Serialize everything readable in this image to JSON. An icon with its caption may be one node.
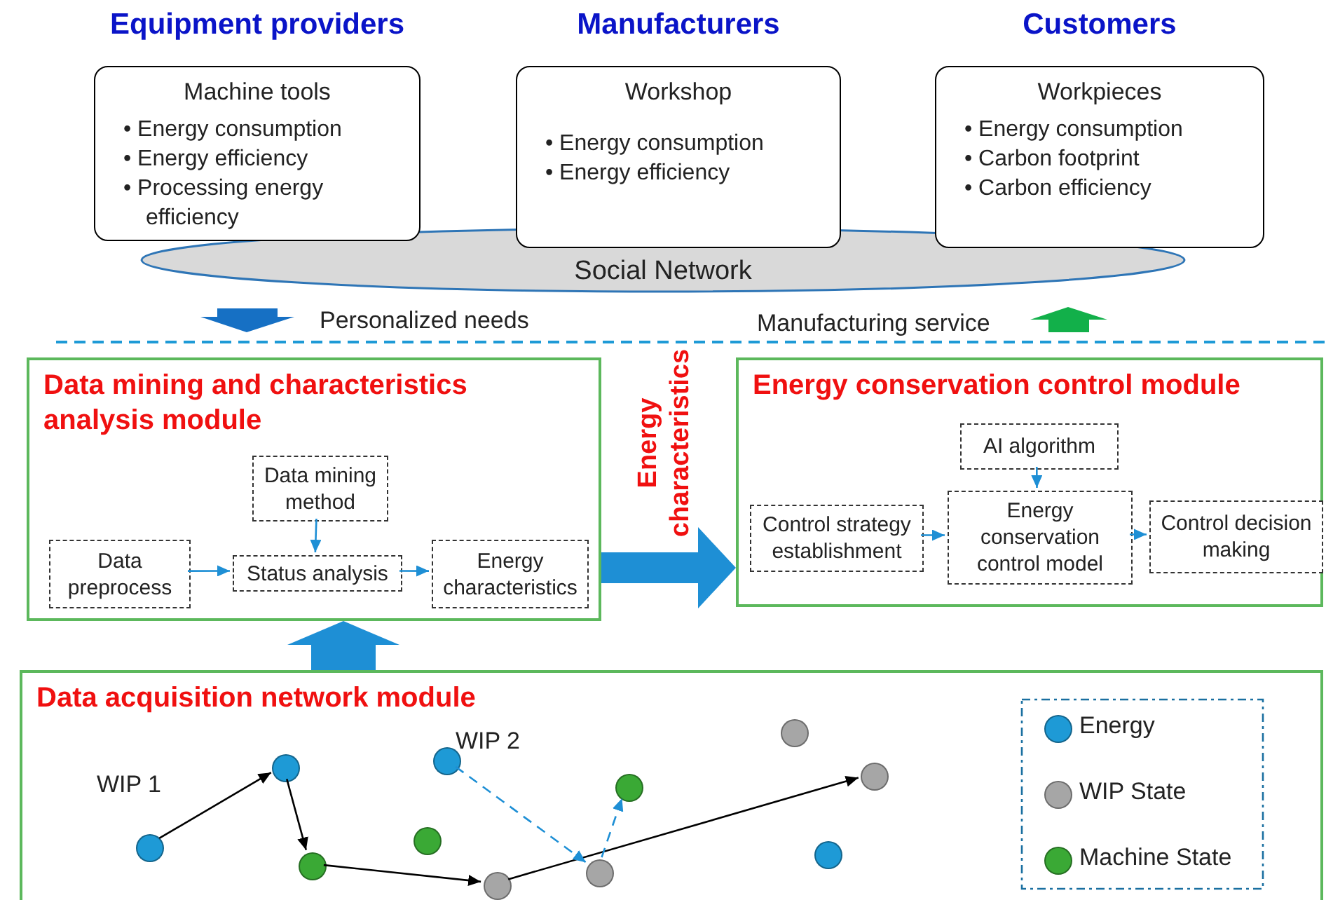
{
  "diagram": {
    "nodes": [
      {
        "text": [
          "Equipment providers",
          "Machine tools",
          "• Energy consumption",
          "• Energy efficiency",
          "• Processing energy efficiency"
        ]
      },
      {
        "text": [
          "Manufacturers",
          "Workshop",
          "• Energy consumption",
          "• Energy efficiency"
        ]
      },
      {
        "text": [
          "Customers",
          "Workpieces",
          "• Energy consumption",
          "• Carbon footprint",
          "• Carbon efficiency"
        ]
      },
      {
        "text": [
          "Social Network"
        ]
      },
      {
        "text": [
          "Data mining and characteristics analysis module"
        ]
      },
      {
        "text": [
          "Data mining method"
        ],
        "in": 4
      },
      {
        "text": [
          "Data preprocess"
        ],
        "in": 4
      },
      {
        "text": [
          "Status analysis"
        ],
        "in": 4
      },
      {
        "text": [
          "Energy characteristics"
        ],
        "in": 4
      },
      {
        "text": [
          "Energy conservation control module"
        ]
      },
      {
        "text": [
          "AI algorithm"
        ],
        "in": 9
      },
      {
        "text": [
          "Control strategy establishment"
        ],
        "in": 9
      },
      {
        "text": [
          "Energy conservation control model"
        ],
        "in": 9
      },
      {
        "text": [
          "Control decision making"
        ],
        "in": 9
      },
      {
        "text": [
          "Data acquisition network module"
        ]
      },
      {
        "text": [],
        "shape": "circle",
        "in": 14,
        "beside": [
          "WIP 1"
        ]
      },
      {
        "text": [],
        "shape": "circle",
        "in": 14
      },
      {
        "text": [],
        "shape": "circle",
        "in": 14
      },
      {
        "text": [],
        "shape": "circle",
        "in": 14
      },
      {
        "text": [],
        "shape": "circle",
        "in": 14,
        "beside": [
          "WIP 2"
        ]
      },
      {
        "text": [],
        "shape": "circle",
        "in": 14
      },
      {
        "text": [],
        "shape": "circle",
        "in": 14
      },
      {
        "text": [],
        "shape": "circle",
        "in": 14
      },
      {
        "text": [],
        "shape": "circle",
        "in": 14
      },
      {
        "text": [],
        "shape": "circle",
        "in": 14
      },
      {
        "text": [],
        "shape": "circle",
        "in": 14
      }
    ],
    "edges": [
      {
        "from": 6,
        "to": 7,
        "arrow": "to"
      },
      {
        "from": 5,
        "to": 7,
        "arrow": "to"
      },
      {
        "from": 7,
        "to": 8,
        "arrow": "to"
      },
      {
        "from": 10,
        "to": 12,
        "arrow": "to"
      },
      {
        "from": 11,
        "to": 12,
        "arrow": "to"
      },
      {
        "from": 12,
        "to": 13,
        "arrow": "to"
      },
      {
        "from": 4,
        "to": 9,
        "arrow": "to",
        "style": "thick",
        "label": "Energy characteristics"
      },
      {
        "from": 14,
        "to": 4,
        "arrow": "to",
        "style": "thick"
      },
      {
        "from": 15,
        "to": 16,
        "arrow": "to",
        "color": "#000000"
      },
      {
        "from": 16,
        "to": 17,
        "arrow": "to",
        "color": "#000000"
      },
      {
        "from": 17,
        "to": 20,
        "arrow": "to",
        "color": "#000000"
      },
      {
        "from": 20,
        "to": 25,
        "arrow": "to",
        "color": "#000000"
      },
      {
        "from": 19,
        "to": 21,
        "arrow": "to",
        "style": "dashed"
      },
      {
        "from": 21,
        "to": 22,
        "arrow": "to",
        "style": "dashed"
      }
    ],
    "labels": [
      "Personalized needs",
      "Manufacturing service"
    ],
    "legend": [
      {
        "text": "Energy",
        "color": "#1e9ad6"
      },
      {
        "text": "WIP State",
        "color": "#a6a6a6"
      },
      {
        "text": "Machine State",
        "color": "#3aa935"
      }
    ]
  }
}
